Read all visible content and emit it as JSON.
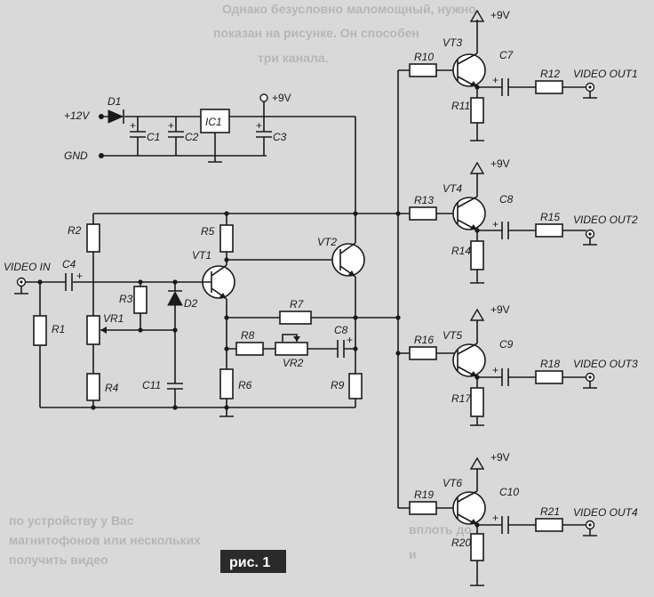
{
  "caption": "рис. 1",
  "labels": {
    "supply_12v": "+12V",
    "gnd": "GND",
    "supply_9v": "+9V",
    "video_in": "VIDEO IN",
    "out1": "VIDEO OUT1",
    "out2": "VIDEO OUT2",
    "out3": "VIDEO OUT3",
    "out4": "VIDEO OUT4"
  },
  "components": {
    "d1": "D1",
    "c1": "C1",
    "c2": "C2",
    "ic1": "IC1",
    "c3": "C3",
    "r2": "R2",
    "c4": "C4",
    "r1": "R1",
    "r3": "R3",
    "vr1": "VR1",
    "d2": "D2",
    "r4": "R4",
    "c11": "C11",
    "r5": "R5",
    "vt1": "VT1",
    "vt2": "VT2",
    "r7": "R7",
    "r8": "R8",
    "vr2": "VR2",
    "c8": "C8",
    "r6": "R6",
    "r9": "R9",
    "r10": "R10",
    "vt3": "VT3",
    "c7": "C7",
    "r11": "R11",
    "r12": "R12",
    "r13": "R13",
    "vt4": "VT4",
    "c8b": "C8",
    "r14": "R14",
    "r15": "R15",
    "r16": "R16",
    "vt5": "VT5",
    "c9": "C9",
    "r17": "R17",
    "r18": "R18",
    "r19": "R19",
    "vt6": "VT6",
    "c10": "C10",
    "r20": "R20",
    "r21": "R21"
  },
  "background_text": {
    "left_line1": "по устройству у Вас",
    "left_line2": "магнитофонов или нескольких",
    "left_line3": "получить видео",
    "right_line1": "вплоть до",
    "right_line2": "и",
    "top_line1": "Однако безусловно маломощный, нужно",
    "top_line2": "показан на рисунке. Он способен",
    "top_line3": "три канала."
  }
}
